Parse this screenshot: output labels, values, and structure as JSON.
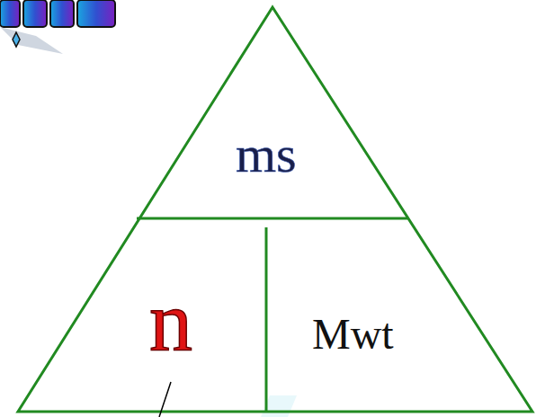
{
  "diagram": {
    "nodes": [
      {
        "text": [
          "ms"
        ]
      },
      {
        "text": [
          "n"
        ]
      },
      {
        "text": [
          "Mwt"
        ]
      }
    ]
  }
}
